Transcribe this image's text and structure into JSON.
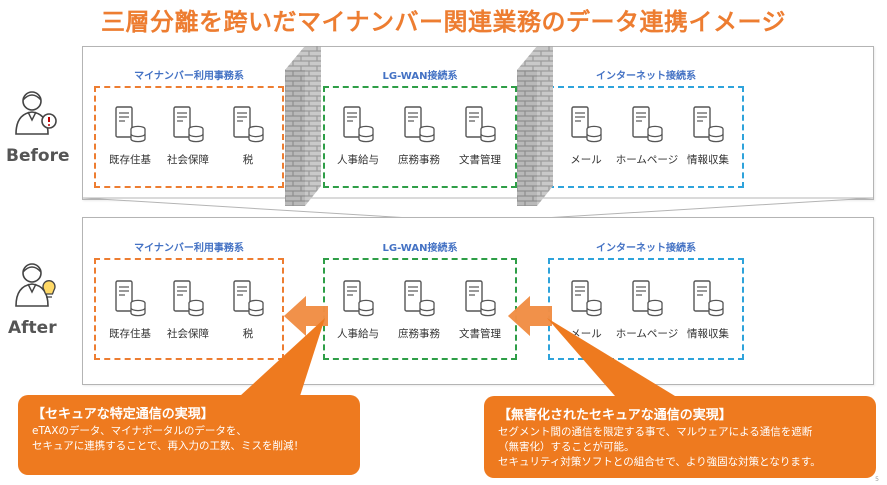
{
  "title": "三層分離を跨いだマイナンバー関連業務のデータ連携イメージ",
  "sides": {
    "before": "Before",
    "after": "After"
  },
  "zones": {
    "mynumber": "マイナンバー利用事務系",
    "lgwan": "LG-WAN接続系",
    "internet": "インターネット接続系"
  },
  "servers": {
    "mynumber": [
      "既存住基",
      "社会保障",
      "税"
    ],
    "lgwan": [
      "人事給与",
      "庶務事務",
      "文書管理"
    ],
    "internet": [
      "メール",
      "ホームページ",
      "情報収集"
    ]
  },
  "callouts": {
    "left": {
      "heading": "【セキュアな特定通信の実現】",
      "lines": [
        "eTAXのデータ、マイナポータルのデータを、",
        "セキュアに連携することで、再入力の工数、ミスを削減！"
      ]
    },
    "right": {
      "heading": "【無害化されたセキュアな通信の実現】",
      "lines": [
        "セグメント間の通信を限定する事で、マルウェアによる通信を遮断",
        "（無害化）することが可能。",
        "セキュリティ対策ソフトとの組合せで、より強固な対策となります。"
      ]
    }
  },
  "page_number": "5",
  "colors": {
    "accent": "#ed7d31",
    "green": "#2e9e47",
    "blue": "#2ea3db",
    "label": "#4472c4"
  }
}
